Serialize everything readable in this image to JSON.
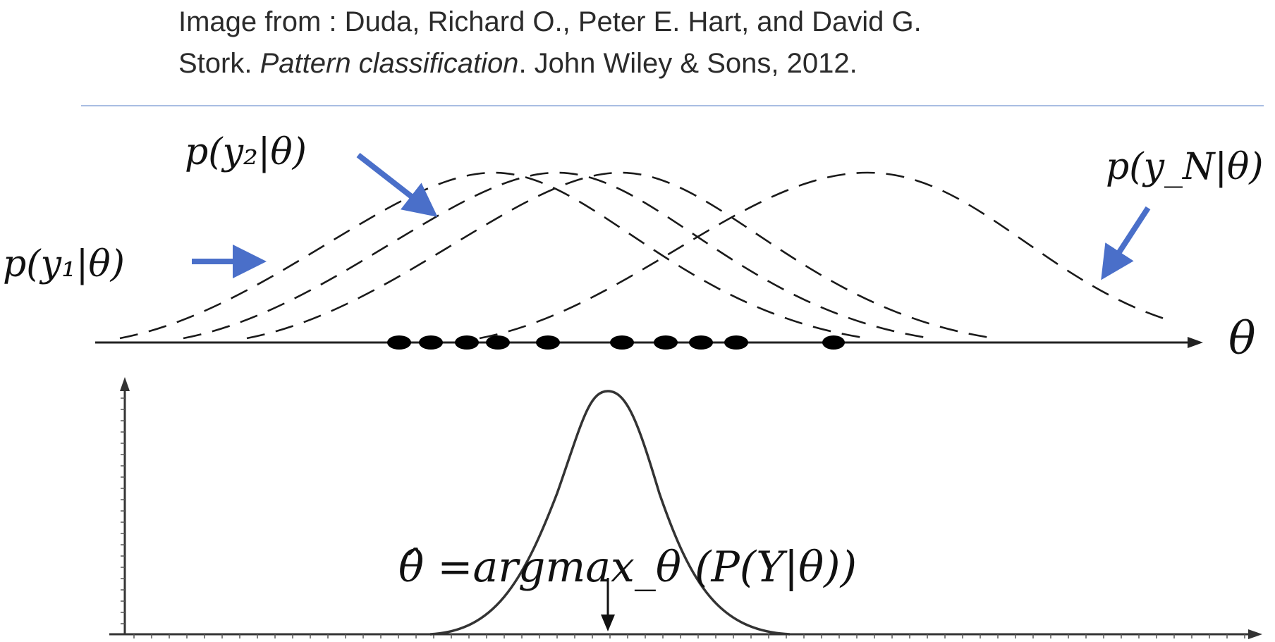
{
  "citation": {
    "line1": "Image from : Duda, Richard O., Peter E. Hart, and David G.",
    "line2_prefix": "Stork. ",
    "line2_title": "Pattern classification",
    "line2_suffix": ". John Wiley & Sons, 2012."
  },
  "labels": {
    "p_y1": "p(y₁|θ)",
    "p_y2": "p(y₂|θ)",
    "p_yN": "p(y_N|θ)",
    "theta_axis": "θ",
    "estimate": "θ̂ =argmax_θ (P(Y|θ))"
  },
  "colors": {
    "arrow": "#4a6fc9",
    "curve": "#1a1a1a",
    "rule": "#a9bde2"
  },
  "icons": {
    "label_arrows": "blue-arrow-icon",
    "axis_arrows": "arrowhead-icon",
    "estimate_pointer": "down-arrow-icon"
  }
}
